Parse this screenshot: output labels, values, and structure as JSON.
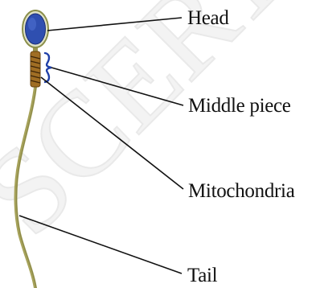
{
  "labels": {
    "head": "Head",
    "middle_piece": "Middle piece",
    "mitochondria": "Mitochondria",
    "tail": "Tail"
  },
  "watermark": {
    "text": "SCERT"
  },
  "colors": {
    "head_fill": "#2f4fb0",
    "head_outline": "#8b8f4a",
    "brace": "#1f3fa8",
    "tail": "#a6a25a",
    "midpiece_coil": "#7a5418",
    "leader_line": "#111111",
    "watermark": "#f1f1f1"
  }
}
